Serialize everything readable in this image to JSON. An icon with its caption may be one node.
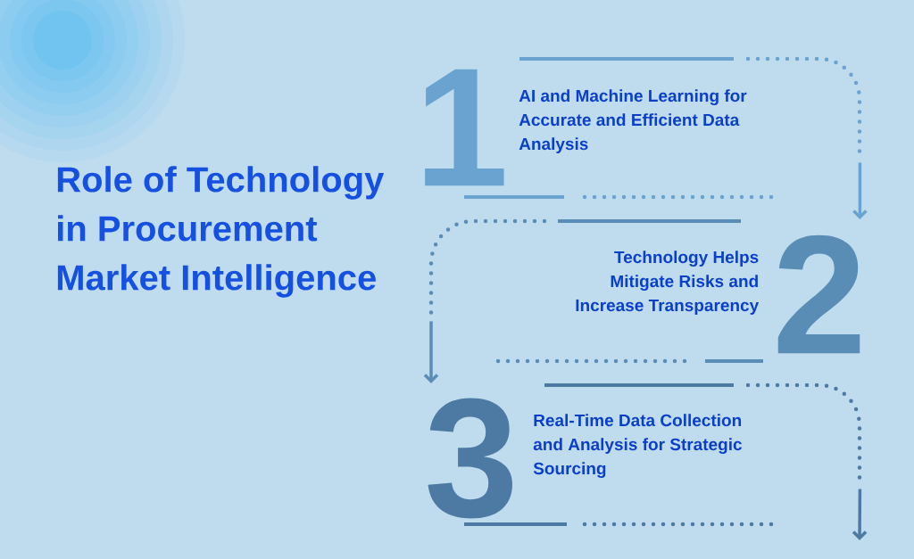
{
  "diagram": {
    "title": "Role of Technology in Procurement Market Intelligence",
    "nodes": [
      {
        "text": [
          "1",
          "AI and Machine Learning for Accurate and Efficient Data Analysis"
        ]
      },
      {
        "text": [
          "Technology Helps Mitigate Risks and Increase Transparency",
          "2"
        ]
      },
      {
        "text": [
          "3",
          "Real-Time Data Collection and Analysis for Strategic Sourcing"
        ]
      }
    ],
    "edges": [
      {
        "from": 0,
        "to": 1,
        "arrow": "to"
      },
      {
        "from": 1,
        "to": 2,
        "arrow": "to"
      },
      {
        "from": 2,
        "to": null,
        "arrow": "to"
      }
    ]
  }
}
